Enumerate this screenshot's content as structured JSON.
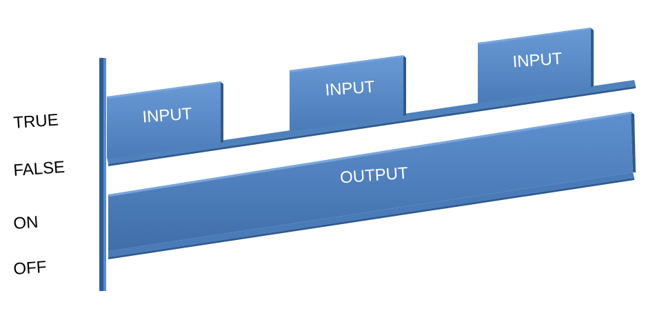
{
  "diagram": {
    "state_labels": {
      "true": "TRUE",
      "false": "FALSE",
      "on": "ON",
      "off": "OFF"
    },
    "input_pulses": [
      {
        "label": "INPUT"
      },
      {
        "label": "INPUT"
      },
      {
        "label": "INPUT"
      }
    ],
    "output_pulse": {
      "label": "OUTPUT"
    },
    "colors": {
      "face": "#4f81bd",
      "face_light": "#5b8ed0",
      "side": "#2e5a8e",
      "edge": "#3a6aa3",
      "text": "#ffffff",
      "axis_label": "#000000"
    }
  }
}
